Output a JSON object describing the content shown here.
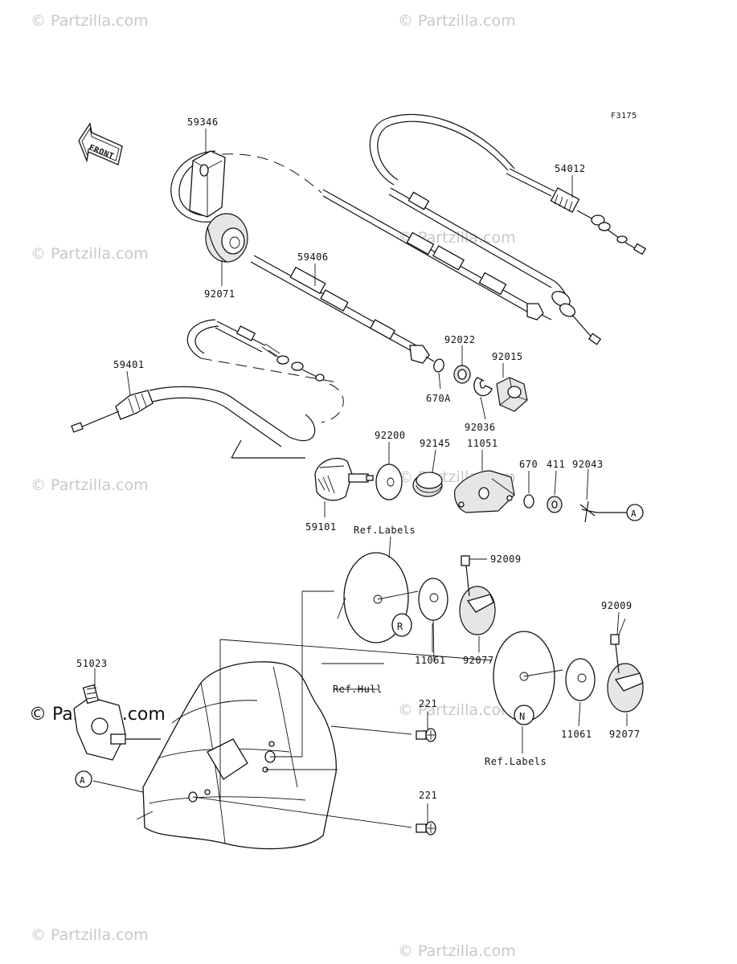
{
  "figure_code": "F3175",
  "front_arrow_label": "FRONT",
  "watermark_text": "© Partzilla.com",
  "watermark_main": "© Partzilla.com",
  "ref_labels": {
    "labels_top": "Ref.Labels",
    "hull": "Ref.Hull",
    "labels_bottom": "Ref.Labels"
  },
  "callout_letter": "A",
  "parts": {
    "p59346": "59346",
    "p54012": "54012",
    "p59406": "59406",
    "p92071": "92071",
    "p92022": "92022",
    "p92015": "92015",
    "p670A": "670A",
    "p92036": "92036",
    "p59401": "59401",
    "p92200": "92200",
    "p92145": "92145",
    "p11051": "11051",
    "p670": "670",
    "p411": "411",
    "p92043": "92043",
    "p59101": "59101",
    "p92009a": "92009",
    "p92009b": "92009",
    "p11061a": "11061",
    "p92077a": "92077",
    "p11061b": "11061",
    "p92077b": "92077",
    "p51023": "51023",
    "p221a": "221",
    "p221b": "221"
  }
}
